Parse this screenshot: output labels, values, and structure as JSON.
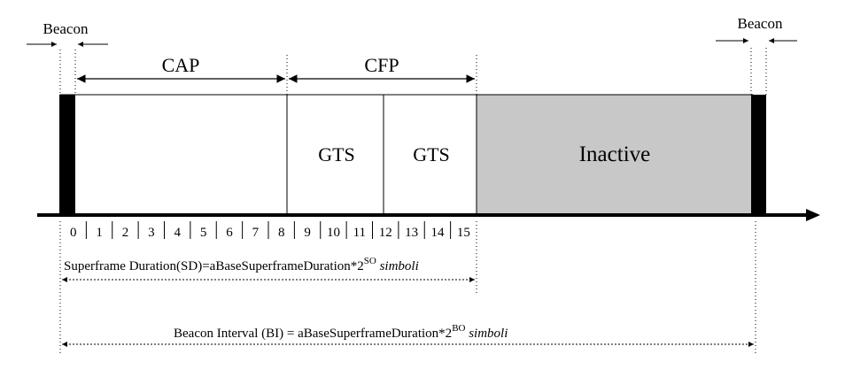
{
  "labels": {
    "beacon_left": "Beacon",
    "beacon_right": "Beacon",
    "cap": "CAP",
    "cfp": "CFP",
    "gts_1": "GTS",
    "gts_2": "GTS",
    "inactive": "Inactive"
  },
  "slots": [
    "0",
    "1",
    "2",
    "3",
    "4",
    "5",
    "6",
    "7",
    "8",
    "9",
    "10",
    "11",
    "12",
    "13",
    "14",
    "15"
  ],
  "superframe_duration": {
    "text": "Superframe Duration(SD)=aBaseSuperframeDuration*2",
    "superscript": "SO",
    "unit": "simboli"
  },
  "beacon_interval": {
    "text": "Beacon Interval (BI) = aBaseSuperframeDuration*2",
    "superscript": "BO",
    "unit": "simboli"
  },
  "colors": {
    "beacon_block": "#000000",
    "inactive_fill": "#c8c8c8",
    "line": "#000000"
  }
}
